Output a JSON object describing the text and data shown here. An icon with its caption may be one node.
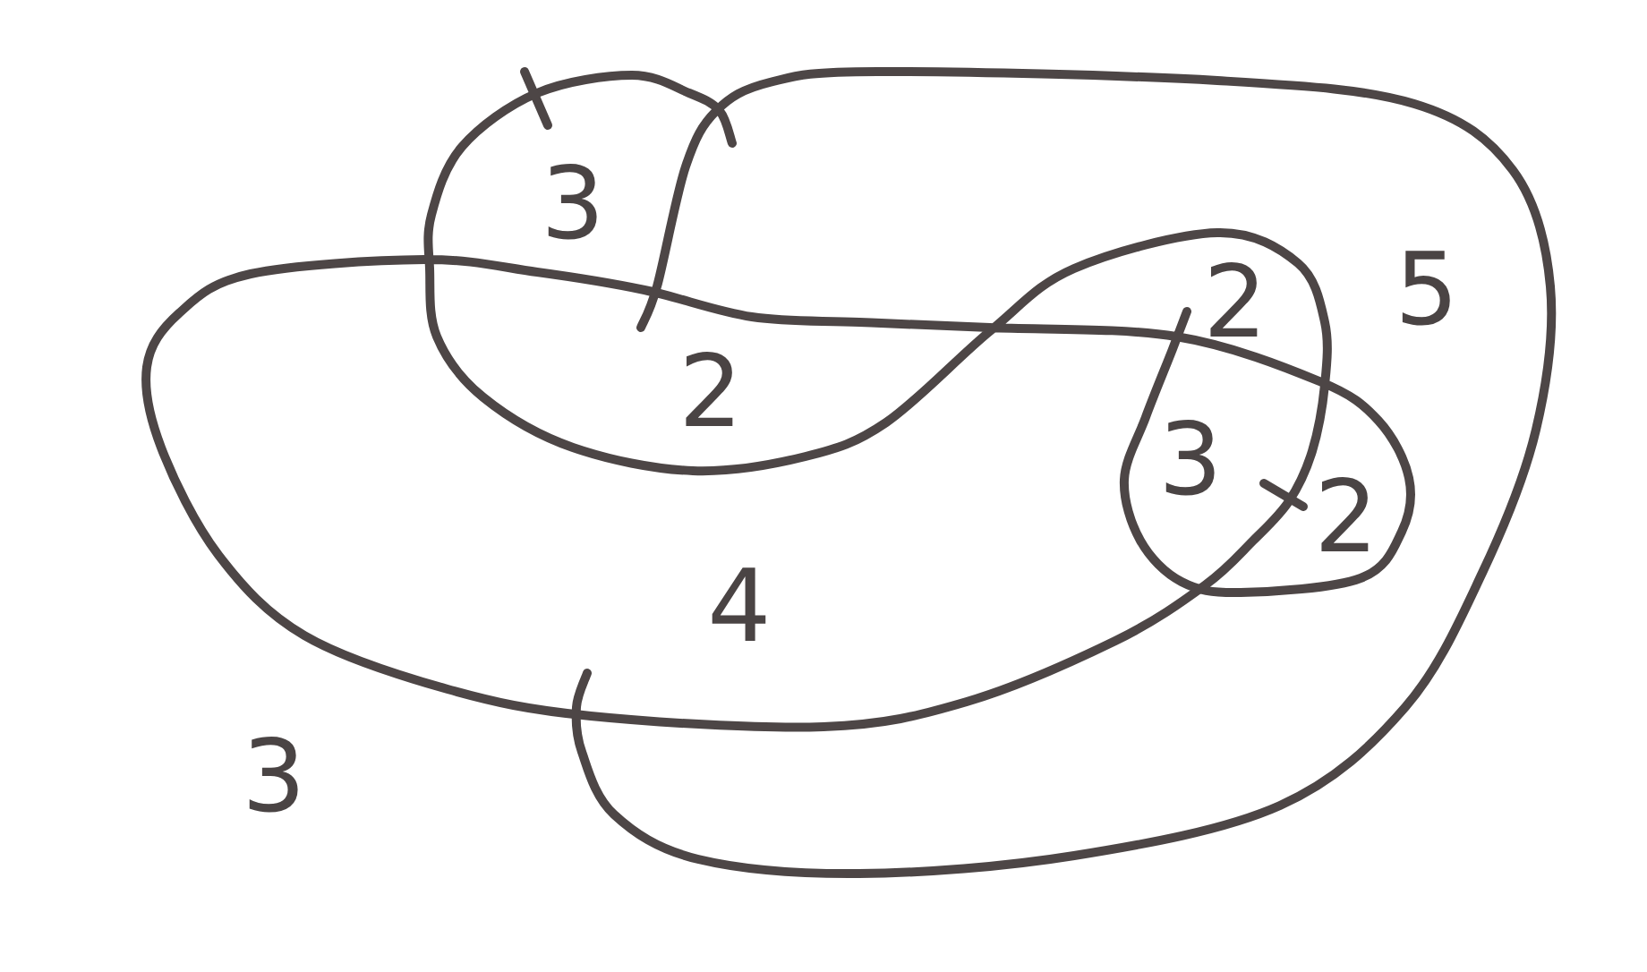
{
  "diagram": {
    "labels": [
      "3",
      "2",
      "5",
      "2",
      "3",
      "2",
      "4",
      "3"
    ]
  }
}
